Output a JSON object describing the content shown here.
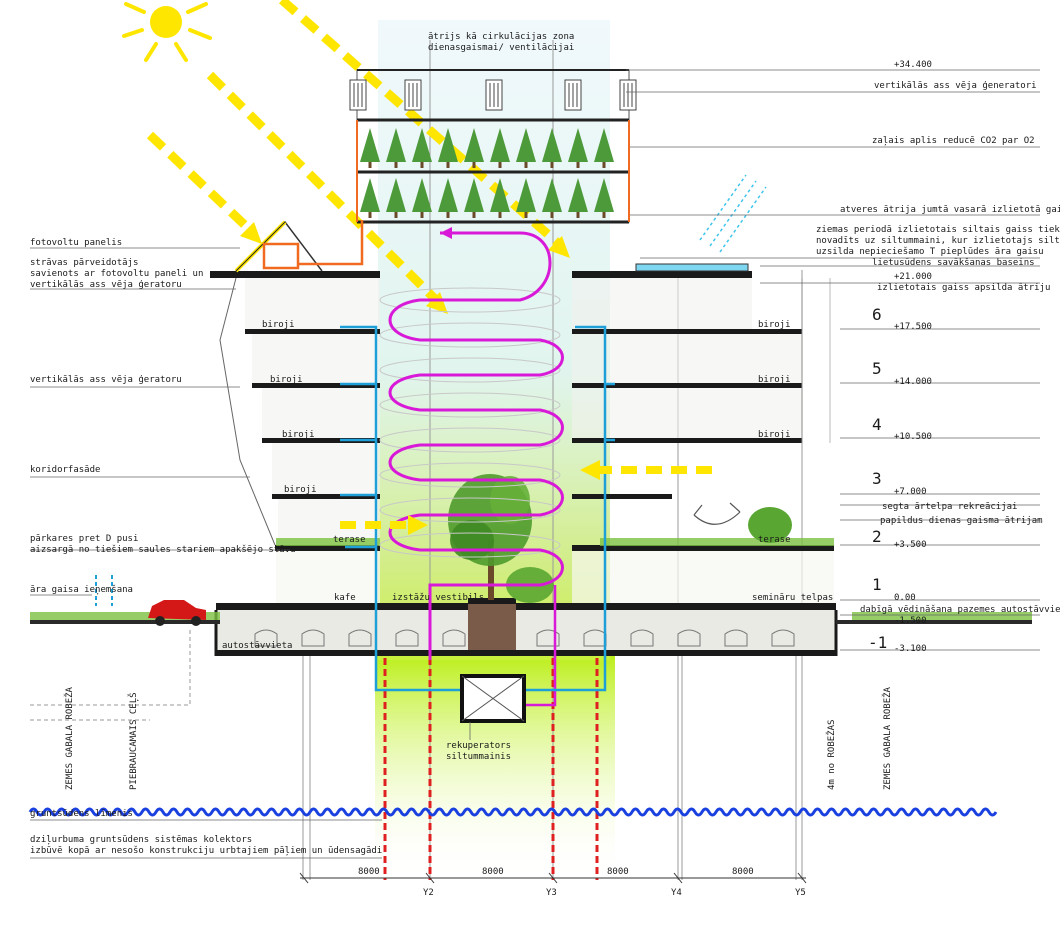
{
  "title": {
    "line1": "ātrijs kā cirkulācijas zona",
    "line2": "dienasgaismai/ ventilācijai"
  },
  "elevations": {
    "top": "+34.400",
    "l21": "+21.000",
    "l17": "+17.500",
    "l14": "+14.000",
    "l10": "+10.500",
    "l7": "+7.000",
    "l3": "+3.500",
    "l0": "0.00",
    "lm15": "-1.500",
    "lm3": "-3.100"
  },
  "floors": {
    "f6": "6",
    "f5": "5",
    "f4": "4",
    "f3": "3",
    "f2": "2",
    "f1": "1",
    "fm1": "-1"
  },
  "right_notes": {
    "wind": "vertikālās ass vēja ģeneratori",
    "green": "zaļais aplis reducē CO2 par O2",
    "vents": "atveres ātrija jumtā vasarā izlietotā gaisa izvadīšanai",
    "winter1": "ziemas periodā izlietotais siltais gaiss tiek savākts un mehāniski",
    "winter2": "novadīts uz siltummaini, kur izlietotajs siltais gaiss",
    "winter3": "uzsilda nepieciešamo T pieplūdes āra gaisu",
    "rain": "lietusūdens savākšanas baseins",
    "used_air": "izlietotais gaiss apsilda ātriju",
    "rec": "segta ārtelpa rekreācijai",
    "daylight": "papildus dienas gaisma ātrijam",
    "natvent": "dabīgā vēdināšana pazemes autostāvvietai"
  },
  "left_notes": {
    "pv": "fotovoltu panelis",
    "inv1": "strāvas pārveidotājs",
    "inv2": "savienots ar fotovoltu paneli un",
    "inv3": "vertikālās ass vēja ģeratoru",
    "wind": "vertikālās ass vēja ģeratoru",
    "corridor": "koridorfasāde",
    "overhang1": "pārkares pret D pusi",
    "overhang2": "aizsargā no tiešiem saules stariem apakšējo stāvu",
    "intake": "āra gaisa ieņemšana"
  },
  "rooms": {
    "biroji": "biroji",
    "terase": "terase",
    "kafe": "kafe",
    "izstaz": "izstāžu vestibils",
    "seminar": "semināru telpas",
    "parking": "autostāvvieta"
  },
  "under": {
    "rek1": "rekuperators",
    "rek2": "siltummainis",
    "boundary": "ZEMES GABALA ROBEŽA",
    "ramp": "PIEBRAUCAMAIS CEĻŠ",
    "fourm": "4m no ROBEŽAS",
    "ground1": "gruntsūdens līmenis",
    "ground2": "dziļurbuma gruntsūdens sistēmas kolektors",
    "ground3": "izbūvē kopā ar nesošo konstrukciju urbtajiem pāļiem un ūdensagādi"
  },
  "axes": {
    "y2": "Y2",
    "y3": "Y3",
    "y4": "Y4",
    "y5": "Y5",
    "dims": [
      "8000",
      "8000",
      "8000",
      "8000"
    ]
  },
  "colors": {
    "sun": "#ffe600",
    "arrow_yellow": "#ffe600",
    "magenta": "#d81ad8",
    "blue": "#1e9fd8",
    "lime": "#c8f03c",
    "pile_red": "#e02020",
    "orange": "#f06a20",
    "water": "#1a40e0"
  }
}
